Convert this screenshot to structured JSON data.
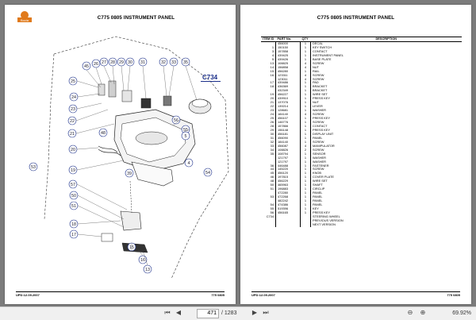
{
  "left_page": {
    "title": "C775 0805  INSTRUMENT PANEL",
    "logo_text": "Bocia",
    "callout_tag": "C734",
    "footer_left": "UPD:12.09.2007",
    "footer_right": "775 0805",
    "callouts": [
      "45",
      "26",
      "27",
      "28",
      "29",
      "30",
      "31",
      "32",
      "33",
      "35",
      "25",
      "24",
      "23",
      "22",
      "21",
      "20",
      "48",
      "53",
      "19",
      "56",
      "55",
      "5",
      "54",
      "4",
      "39",
      "57",
      "50",
      "51",
      "18",
      "17",
      "15",
      "16",
      "13"
    ]
  },
  "right_page": {
    "title": "C775 0805  INSTRUMENT PANEL",
    "headers": {
      "item": "ITEM ID",
      "part": "PART No.",
      "qty": "QTY",
      "desc": "DESCRIPTION"
    },
    "rows": [
      [
        "",
        "456000",
        "1",
        "DECAL"
      ],
      [
        "1",
        "150150",
        "1",
        "KEY SWITCH"
      ],
      [
        "3",
        "157858",
        "1",
        "CONTACT"
      ],
      [
        "4",
        "439425",
        "1",
        "INSTRUMENT PANEL"
      ],
      [
        "5",
        "439426",
        "1",
        "BASE PLATE"
      ],
      [
        "13",
        "108825",
        "4",
        "SCREW"
      ],
      [
        "14",
        "156858",
        "4",
        "NUT"
      ],
      [
        "15",
        "456280",
        "1",
        "RAIL"
      ],
      [
        "16",
        "123311",
        "4",
        "SCREW"
      ],
      [
        "",
        "123011",
        "4",
        "SCREW"
      ],
      [
        "17",
        "439486",
        "1",
        "PAD"
      ],
      [
        "18",
        "436369",
        "1",
        "BRACKET"
      ],
      [
        "",
        "432349",
        "1",
        "BRACKET"
      ],
      [
        "19",
        "456227",
        "1",
        "WIRE SET"
      ],
      [
        "20",
        "439910",
        "1",
        "PRESS KEY"
      ],
      [
        "21",
        "137076",
        "1",
        "NUT"
      ],
      [
        "22",
        "139214",
        "1",
        "LEVER"
      ],
      [
        "23",
        "128681",
        "1",
        "WASHER"
      ],
      [
        "24",
        "184140",
        "4",
        "SCREW"
      ],
      [
        "25",
        "456107",
        "1",
        "PRESS KEY"
      ],
      [
        "26",
        "146776",
        "1",
        "SCREW"
      ],
      [
        "28",
        "157866",
        "1",
        "CONTACT"
      ],
      [
        "29",
        "156148",
        "1",
        "PRESS KEY"
      ],
      [
        "30",
        "456181",
        "1",
        "DISPLAY UNIT"
      ],
      [
        "31",
        "456090",
        "1",
        "PANEL"
      ],
      [
        "32",
        "184140",
        "1",
        "SCREW"
      ],
      [
        "33",
        "456087",
        "4",
        "MANIPULATOR"
      ],
      [
        "34",
        "108826",
        "2",
        "SCREW"
      ],
      [
        "35",
        "108794",
        "1",
        "SENSOR"
      ],
      [
        "",
        "121797",
        "1",
        "WASHER"
      ],
      [
        "",
        "121797",
        "1",
        "WASHER"
      ],
      [
        "36",
        "446488",
        "1",
        "FASTENER"
      ],
      [
        "44",
        "145220",
        "1",
        "SCREW"
      ],
      [
        "45",
        "456120",
        "1",
        "KNOB"
      ],
      [
        "46",
        "197815",
        "1",
        "COVER PLATE"
      ],
      [
        "48",
        "456229",
        "1",
        "WIRE SET"
      ],
      [
        "50",
        "465963",
        "1",
        "SHAFT"
      ],
      [
        "51",
        "196883",
        "1",
        "CIRCLIP"
      ],
      [
        "",
        "472280",
        "1",
        "PANEL"
      ],
      [
        "53",
        "472268",
        "1",
        "PANEL"
      ],
      [
        "",
        "482242",
        "1",
        "PANEL"
      ],
      [
        "54",
        "474386",
        "1",
        "PANEL"
      ],
      [
        "55",
        "519396",
        "1",
        "KEY"
      ],
      [
        "56",
        "456165",
        "1",
        "PRESS KEY"
      ],
      [
        "C734",
        "",
        "",
        "STEERING WHEEL"
      ],
      [
        "",
        "",
        "",
        ""
      ],
      [
        "",
        "",
        "",
        "PREVIOUS VERSION"
      ],
      [
        "",
        "",
        "",
        "NEXT VERSION"
      ]
    ],
    "footer_left": "UPD:12.09.2007",
    "footer_right": "775 0805"
  },
  "toolbar": {
    "current_page": "471",
    "page_total": "/ 1283",
    "zoom": "69.92%"
  }
}
